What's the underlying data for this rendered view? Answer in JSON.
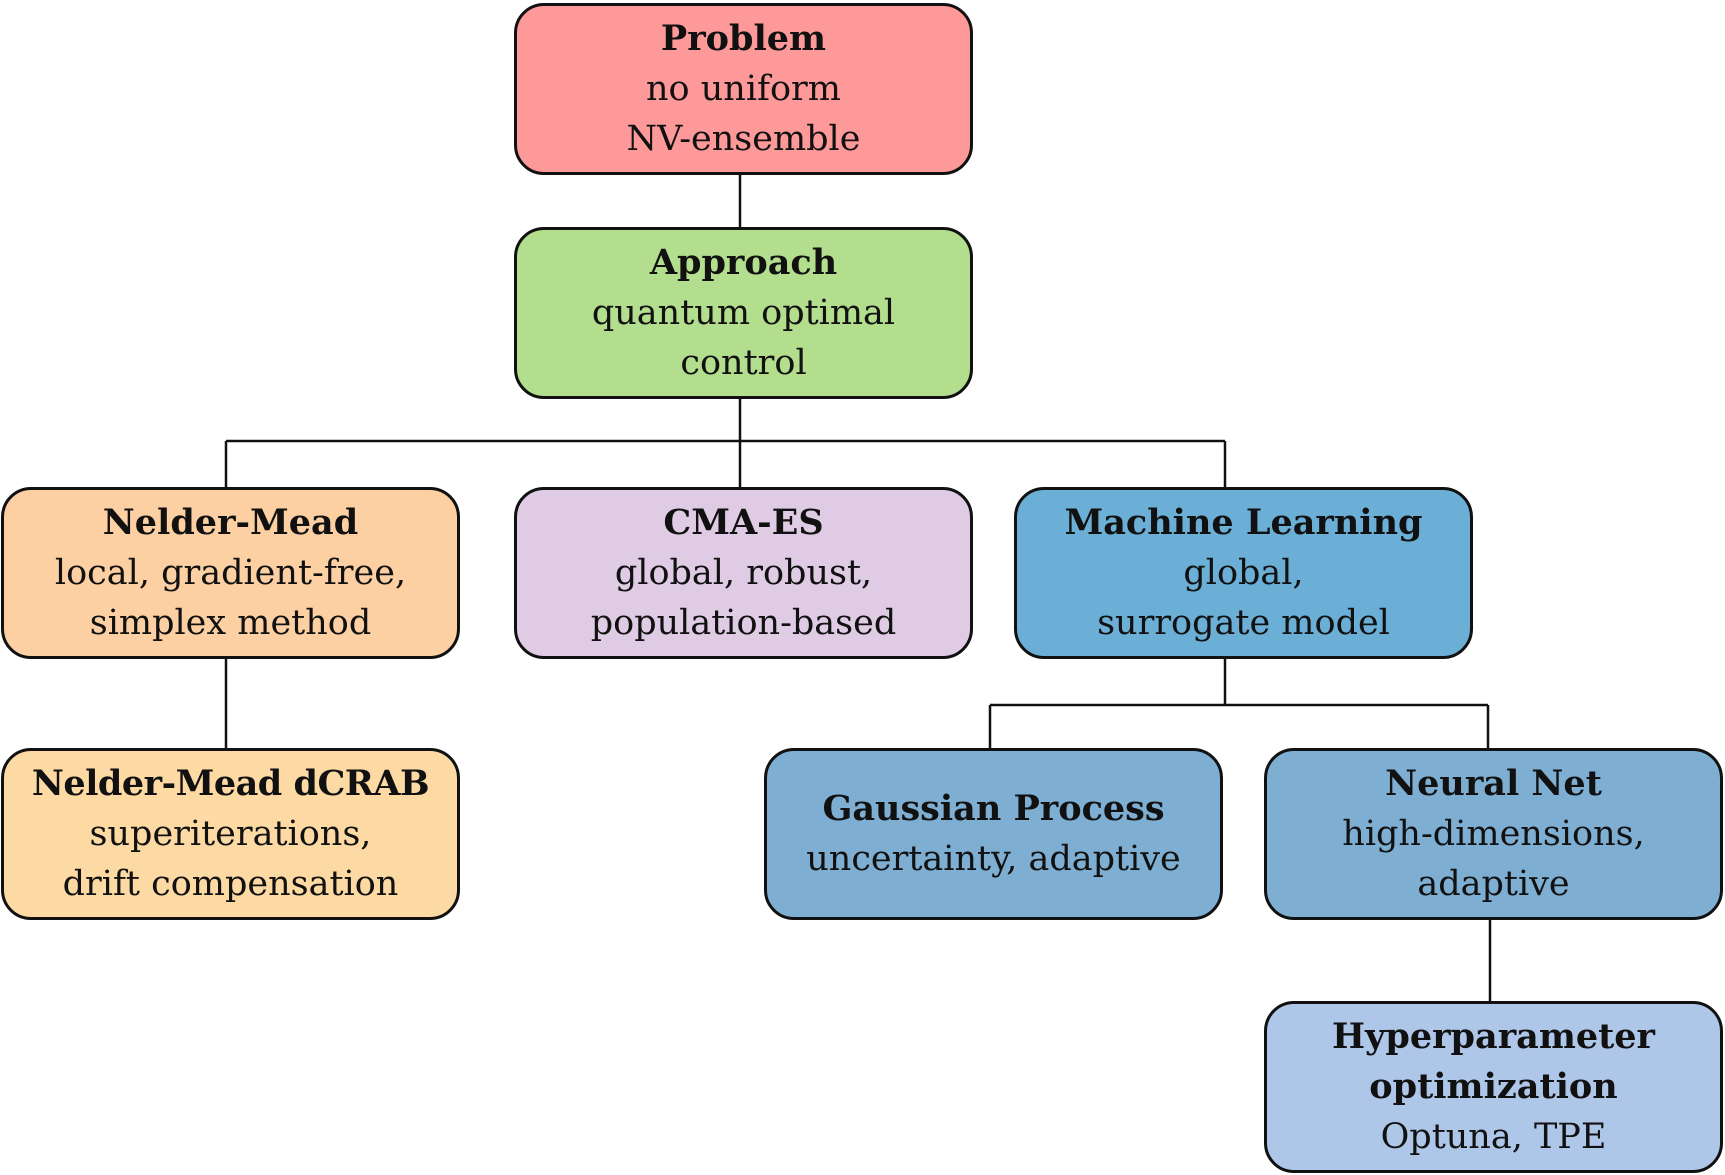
{
  "colors": {
    "problem": "#fe9999",
    "approach": "#b3de8d",
    "nelder_mead": "#fcd0a2",
    "cma_es": "#dfcce4",
    "machine_learning": "#6baed6",
    "nelder_mead_dcrab": "#fdd9a3",
    "gaussian_process": "#7eafd3",
    "neural_net": "#7eafd3",
    "hyperparameter": "#aec6e8",
    "border": "#111111",
    "connector": "#111111"
  },
  "nodes": {
    "problem": {
      "title": "Problem",
      "lines": [
        "no uniform",
        "NV-ensemble"
      ]
    },
    "approach": {
      "title": "Approach",
      "lines": [
        "quantum optimal",
        "control"
      ]
    },
    "nelder_mead": {
      "title": "Nelder-Mead",
      "lines": [
        "local, gradient-free,",
        "simplex method"
      ]
    },
    "cma_es": {
      "title": "CMA-ES",
      "lines": [
        "global, robust,",
        "population-based"
      ]
    },
    "machine_learning": {
      "title": "Machine Learning",
      "lines": [
        "global,",
        "surrogate model"
      ]
    },
    "nelder_mead_dcrab": {
      "title": "Nelder-Mead dCRAB",
      "lines": [
        "superiterations,",
        "drift compensation"
      ]
    },
    "gaussian_process": {
      "title": "Gaussian Process",
      "lines": [
        "uncertainty, adaptive"
      ]
    },
    "neural_net": {
      "title": "Neural Net",
      "lines": [
        "high-dimensions,",
        "adaptive"
      ]
    },
    "hyperparameter": {
      "title_lines": [
        "Hyperparameter",
        "optimization"
      ],
      "lines": [
        "Optuna, TPE"
      ]
    }
  }
}
